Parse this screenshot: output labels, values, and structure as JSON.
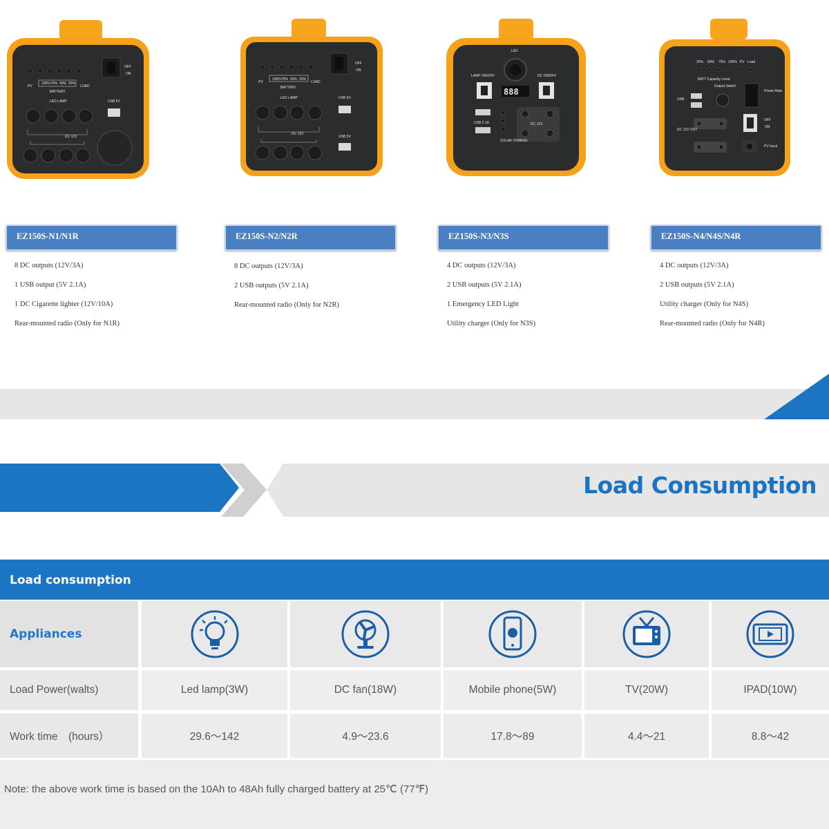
{
  "products": [
    {
      "model": "EZ150S-N1/N1R",
      "features": [
        "8 DC outputs (12V/3A)",
        "1 USB output (5V 2.1A)",
        "1 DC Cigarette lighter (12V/10A)",
        "Rear-mounted radio (Only for N1R)"
      ],
      "panel": {
        "battery": "BATTERY",
        "pv": "PV",
        "load": "LOAD",
        "lamp": "LED LAMP",
        "dc": "DC 12V",
        "usb": "USB 5V",
        "off": "OFF",
        "on": "ON",
        "lv1": "100%",
        "lv2": "75%",
        "lv3": "50%",
        "lv4": "25%"
      }
    },
    {
      "model": "EZ150S-N2/N2R",
      "features": [
        "8 DC outputs (12V/3A)",
        "2 USB outputs (5V 2.1A)",
        "Rear-mounted radio (Only for N2R)"
      ],
      "panel": {
        "battery": "BATTERY",
        "pv": "PV",
        "load": "LOAD",
        "lamp": "LED LAMP",
        "dc": "DC 12V",
        "usb": "USB 5V",
        "usb2": "USB 5V",
        "off": "OFF",
        "on": "ON",
        "lv1": "100%",
        "lv2": "75%",
        "lv3": "50%",
        "lv4": "25%"
      }
    },
    {
      "model": "EZ150S-N3/N3S",
      "features": [
        "4 DC outputs (12V/3A)",
        "2 USB outputs (5V 2.1A)",
        "1 Emergency LED Light",
        "Utility charger (Only for N3S)"
      ],
      "panel": {
        "led": "LED",
        "lamp_sw": "LAMP ON/OFF",
        "dc_sw": "DC ON/OFF",
        "display": "888",
        "usb": "USB 2.1A",
        "dc": "DC 12V",
        "solar": "SOLAR CHARGE"
      }
    },
    {
      "model": "EZ150S-N4/N4S/N4R",
      "features": [
        "4 DC outputs (12V/3A)",
        "2 USB outputs (5V 2.1A)",
        "Utility charger (Only for N4S)",
        "Rear-mounted radio (Only for N4R)"
      ],
      "panel": {
        "batt": "BATT Capacity Level",
        "pv": "PV",
        "load": "Load",
        "output": "Output Switch",
        "usb": "USB",
        "dc": "DC 12V OUT",
        "power": "Power Main",
        "off": "OFF",
        "on": "ON",
        "pvin": "PV Input",
        "lv1": "25%",
        "lv2": "50%",
        "lv3": "75%",
        "lv4": "100%"
      }
    }
  ],
  "section_title": "Load Consumption",
  "table": {
    "title": "Load consumption",
    "appliances_label": "Appliances",
    "power_label": "Load Power(walts)",
    "work_label": "Work time　(hours）",
    "columns": [
      {
        "icon": "led-bulb-icon",
        "power": "Led lamp(3W)",
        "work": "29.6～142"
      },
      {
        "icon": "fan-icon",
        "power": "DC fan(18W)",
        "work": "4.9～23.6"
      },
      {
        "icon": "mobile-phone-icon",
        "power": "Mobile phone(5W)",
        "work": "17.8～89"
      },
      {
        "icon": "tv-icon",
        "power": "TV(20W)",
        "work": "4.4～21"
      },
      {
        "icon": "tablet-icon",
        "power": "IPAD(10W)",
        "work": "8.8～42"
      }
    ]
  },
  "note": "Note: the above work time is based on the 10Ah to 48Ah fully charged battery at 25℃ (77℉)",
  "colors": {
    "accent": "#1b75c3",
    "card": "#4a7fc1",
    "device_orange": "#f7a51d",
    "device_panel": "#2b2c2e"
  }
}
